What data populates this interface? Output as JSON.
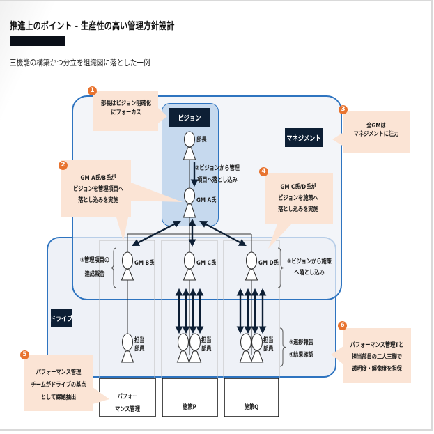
{
  "header": {
    "title": "推進上のポイント - 生産性の高い管理方針設計",
    "subtitle": "三機能の構築かつ分立を組織図に落とした一例"
  },
  "sections": {
    "vision": "ビジョン",
    "management": "マネジメント",
    "drive": "ドライブ"
  },
  "people": {
    "director": "部長",
    "gm_a": "GM A氏",
    "gm_b": "GM B氏",
    "gm_c": "GM C氏",
    "gm_d": "GM D氏",
    "staff": [
      "担当",
      "部員"
    ]
  },
  "flow_labels": {
    "vision_to_items": [
      "②ビジョンから管理",
      "項目へ落とし込み"
    ],
    "achievement_report": [
      "⑤管理項目の",
      "達成報告"
    ],
    "vision_to_measures": [
      "①ビジョンから施策",
      "へ落とし込み"
    ],
    "progress_report": "③進捗報告",
    "result_check": "④結果確認"
  },
  "columns": [
    {
      "label": [
        "パフォー",
        "マンス管理"
      ]
    },
    {
      "label": [
        "施策P"
      ]
    },
    {
      "label": [
        "施策Q"
      ]
    }
  ],
  "callouts": [
    {
      "number": "1",
      "lines": [
        "部長はビジョン明確化",
        "にフォーカス"
      ]
    },
    {
      "number": "2",
      "lines": [
        "GM A氏/B氏が",
        "ビジョンを管理項目へ",
        "落とし込みを実施"
      ]
    },
    {
      "number": "3",
      "lines": [
        "全GMは",
        "マネジメントに注力"
      ]
    },
    {
      "number": "4",
      "lines": [
        "GM C氏/D氏が",
        "ビジョンを施策へ",
        "落とし込みを実施"
      ]
    },
    {
      "number": "5",
      "lines": [
        "パフォーマンス管理",
        "チームがドライブの基点",
        "として課題抽出"
      ]
    },
    {
      "number": "6",
      "lines": [
        "パフォーマンス管理Tと",
        "担当部員の二人三脚で",
        "透明度・解像度を担保"
      ]
    }
  ],
  "colors": {
    "navy": "#0d1f35",
    "frame_blue": "#2e74c0",
    "vision_fill": "#c6d9ee",
    "panel_fill": "#eef1f7",
    "callout_fill": "#fbe4d5",
    "badge_orange": "#e8732f"
  }
}
